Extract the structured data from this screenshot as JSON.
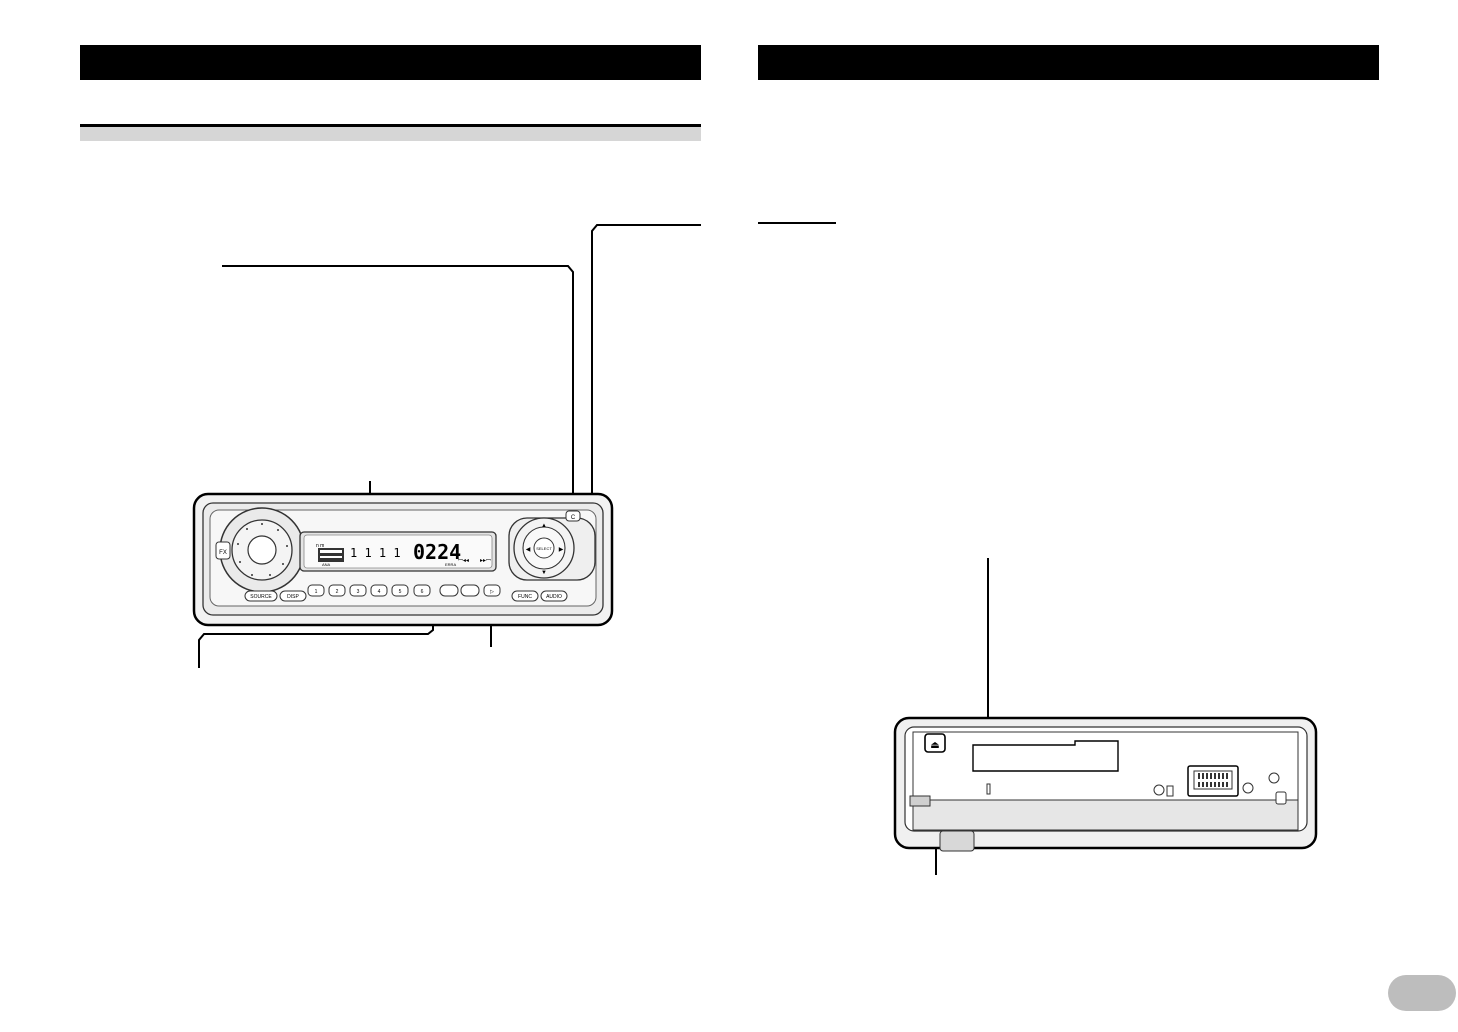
{
  "head_unit": {
    "display": {
      "time_digits": "0224",
      "segment_marks": "1 1 1 1"
    },
    "buttons": {
      "fx": "FX",
      "source": "SOURCE",
      "disp": "DISP",
      "preset_1": "1",
      "preset_2": "2",
      "preset_3": "3",
      "preset_4": "4",
      "preset_5": "5",
      "preset_6": "6",
      "func": "FUNC",
      "audio": "AUDIO",
      "select": "SELECT",
      "clock": "C"
    }
  }
}
